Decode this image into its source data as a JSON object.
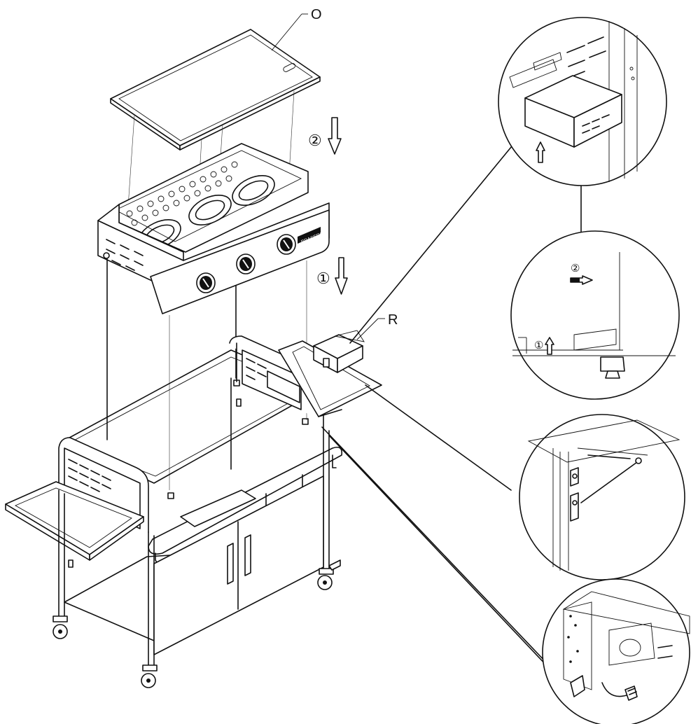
{
  "labels": {
    "part_o": "O",
    "part_r": "R",
    "step_1": "①",
    "step_2": "②",
    "detail_step_1": "①",
    "detail_step_2": "②",
    "brand_plate": "BRASERO"
  },
  "icons": {
    "down_arrow": "down-arrow-icon",
    "up_arrow": "up-arrow-icon",
    "right_arrow": "right-arrow-icon"
  },
  "colors": {
    "line": "#111111",
    "background": "#ffffff"
  }
}
